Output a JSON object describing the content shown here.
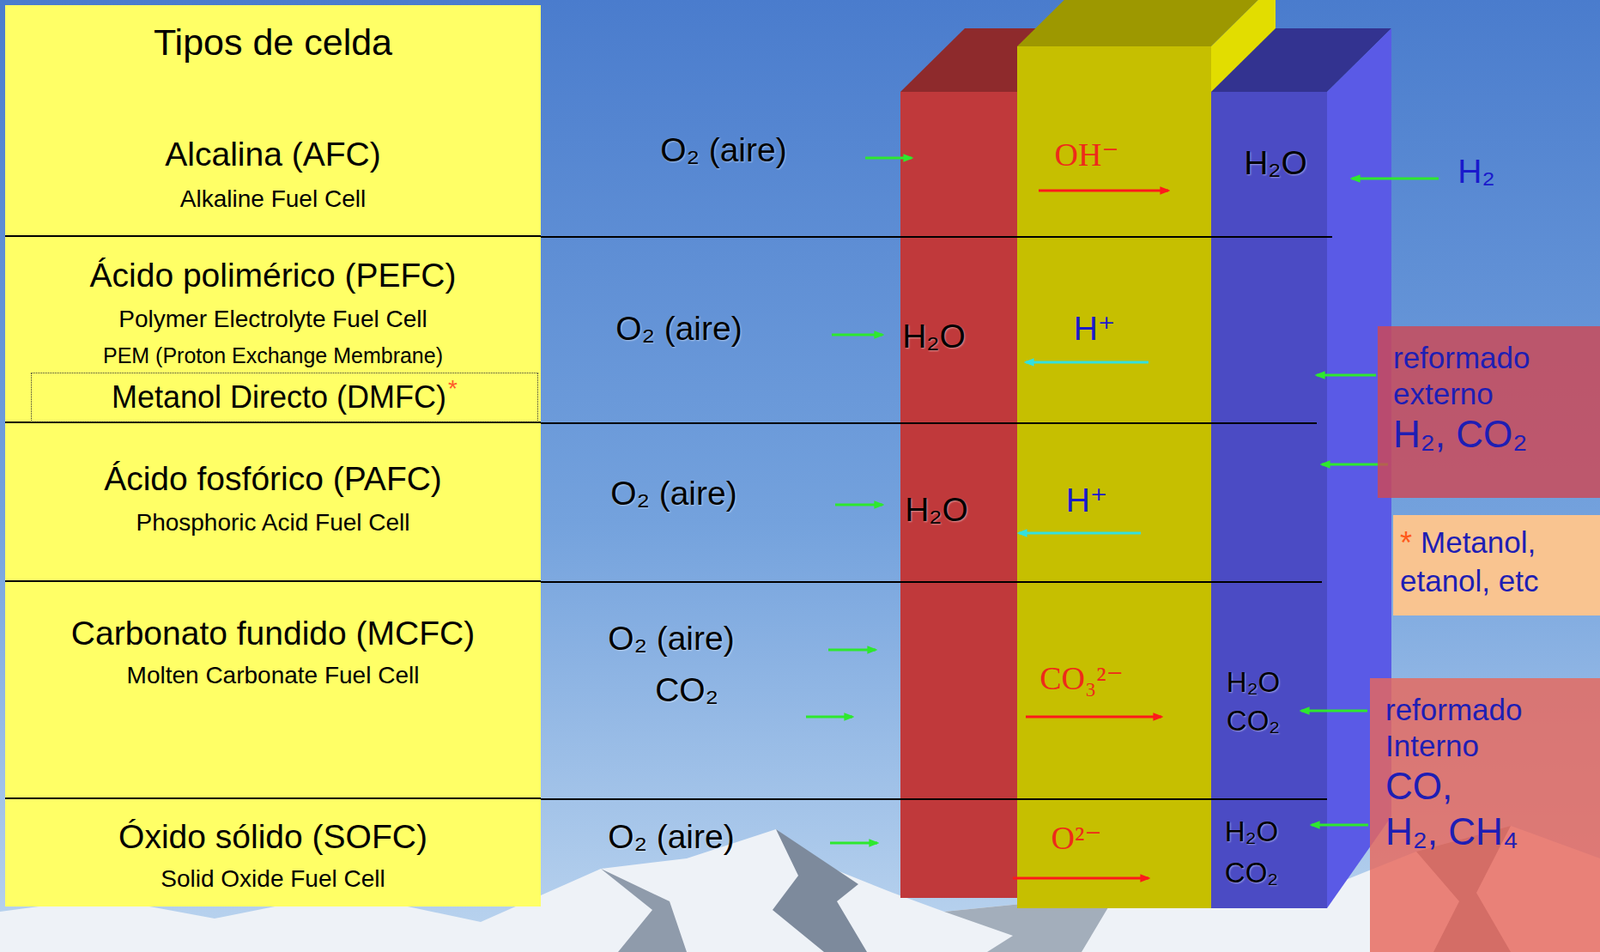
{
  "diagram": {
    "nodes": [
      {
        "text": [
          "Tipos de celda"
        ]
      },
      {
        "text": [
          "Alcalina (AFC)",
          "Alkaline Fuel Cell"
        ],
        "in": 0
      },
      {
        "text": [
          "Ácido polimérico (PEFC)",
          "Polymer Electrolyte Fuel Cell",
          "PEM (Proton Exchange Membrane)"
        ],
        "in": 0
      },
      {
        "text": [
          "Metanol Directo (DMFC)",
          "*"
        ],
        "in": 2
      },
      {
        "text": [
          "Ácido fosfórico (PAFC)",
          "Phosphoric Acid Fuel Cell"
        ],
        "in": 0
      },
      {
        "text": [
          "Carbonato fundido (MCFC)",
          "Molten Carbonate Fuel Cell"
        ],
        "in": 0
      },
      {
        "text": [
          "Óxido sólido (SOFC)",
          "Solid Oxide Fuel Cell"
        ],
        "in": 0
      },
      {
        "text": [
          "reformado externo",
          "H₂, CO₂"
        ]
      },
      {
        "text": [
          "*",
          "Metanol, etanol, etc"
        ]
      },
      {
        "text": [
          "reformado Interno",
          "CO,",
          "H₂, CH₄"
        ]
      }
    ],
    "labels": [
      "O₂ (aire)",
      "OH⁻",
      "H₂O",
      "H₂",
      "O₂ (aire)",
      "H₂O",
      "H⁺",
      "O₂ (aire)",
      "H₂O",
      "H⁺",
      "O₂ (aire)",
      "CO₂",
      "CO₃²⁻",
      "H₂O",
      "CO₂",
      "O₂ (aire)",
      "O²⁻",
      "H₂O",
      "CO₂"
    ]
  }
}
